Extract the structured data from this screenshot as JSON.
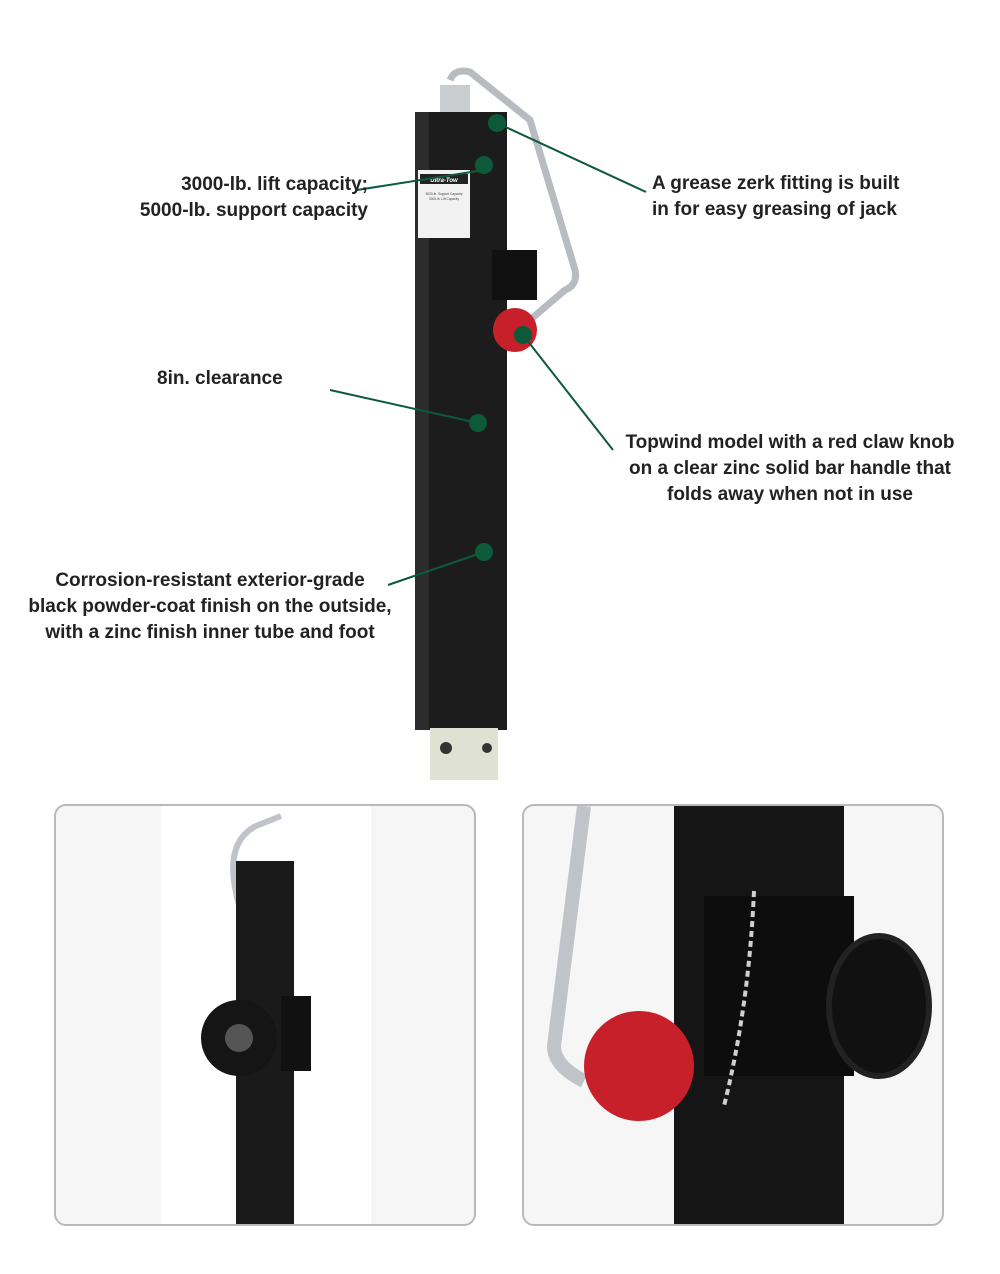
{
  "product": {
    "brand_logo": "Ultra-Tow",
    "sticker_lines": [
      "5000-lb. Support Capacity",
      "3000-lb. Lift Capacity"
    ]
  },
  "callouts": {
    "capacity": [
      "3000-lb. lift capacity;",
      "5000-lb. support capacity"
    ],
    "grease": [
      "A grease zerk fitting is built",
      "in for easy greasing of jack"
    ],
    "clearance": [
      "8in. clearance"
    ],
    "topwind": [
      "Topwind model with a red claw knob",
      "on a clear zinc solid bar handle that",
      "folds away when not in use"
    ],
    "finish": [
      "Corrosion-resistant exterior-grade",
      "black powder-coat finish on the outside,",
      "with a zinc finish inner tube and foot"
    ]
  },
  "colors": {
    "accent": "#0c5a3a",
    "tube": "#1c1c1c",
    "knob": "#c8202a",
    "zinc": "#c9cdd0"
  }
}
